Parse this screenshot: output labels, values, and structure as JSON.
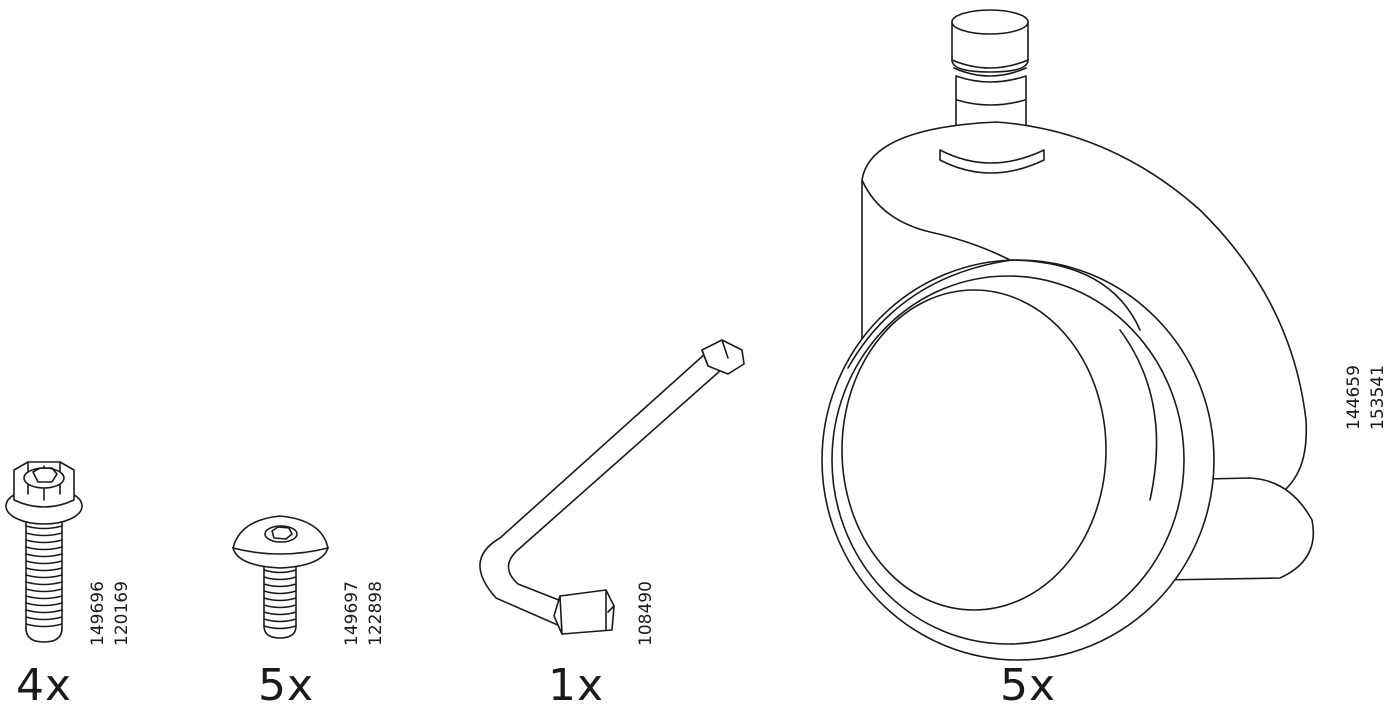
{
  "parts": [
    {
      "id": "flange-bolt",
      "quantity": "4x",
      "codes": [
        "149696",
        "120169"
      ]
    },
    {
      "id": "button-screw",
      "quantity": "5x",
      "codes": [
        "149697",
        "122898"
      ]
    },
    {
      "id": "allen-key",
      "quantity": "1x",
      "codes": [
        "108490"
      ]
    },
    {
      "id": "caster-wheel",
      "quantity": "5x",
      "codes": [
        "144659",
        "153541"
      ]
    }
  ],
  "colors": {
    "line": "#1a1a1a",
    "background": "#ffffff"
  }
}
